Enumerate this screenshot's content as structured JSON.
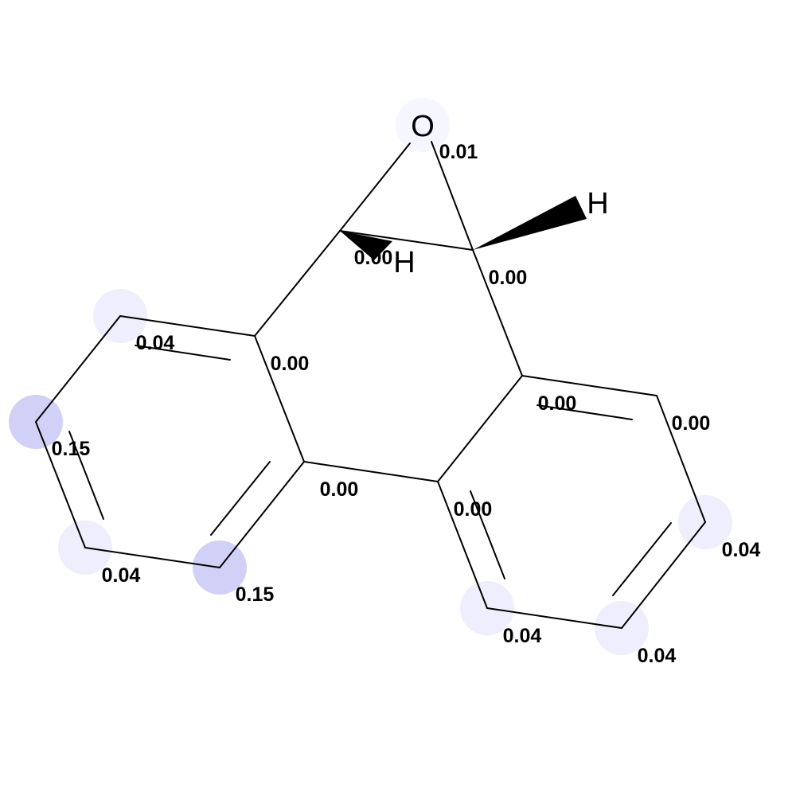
{
  "highlight_color": "#3333dd",
  "atoms": {
    "o": {
      "symbol": "O"
    },
    "h_right": {
      "symbol": "H"
    },
    "h_left": {
      "symbol": "H"
    }
  },
  "values": {
    "o": "0.01",
    "c_epox_left": "0.00",
    "c_epox_right": "0.00",
    "c_a1": "0.00",
    "c_a2": "0.04",
    "c_a3": "0.15",
    "c_a4": "0.04",
    "c_a5": "0.15",
    "c_a6": "0.00",
    "c_b1": "0.00",
    "c_b2": "0.00",
    "c_b3": "0.04",
    "c_b4": "0.04",
    "c_b5": "0.04",
    "c_b6": "0.00"
  },
  "weights": {
    "o": 0.01,
    "c_epox_left": 0.0,
    "c_epox_right": 0.0,
    "c_a1": 0.0,
    "c_a2": 0.04,
    "c_a3": 0.15,
    "c_a4": 0.04,
    "c_a5": 0.15,
    "c_a6": 0.0,
    "c_b1": 0.0,
    "c_b2": 0.0,
    "c_b3": 0.04,
    "c_b4": 0.04,
    "c_b5": 0.04,
    "c_b6": 0.0
  }
}
